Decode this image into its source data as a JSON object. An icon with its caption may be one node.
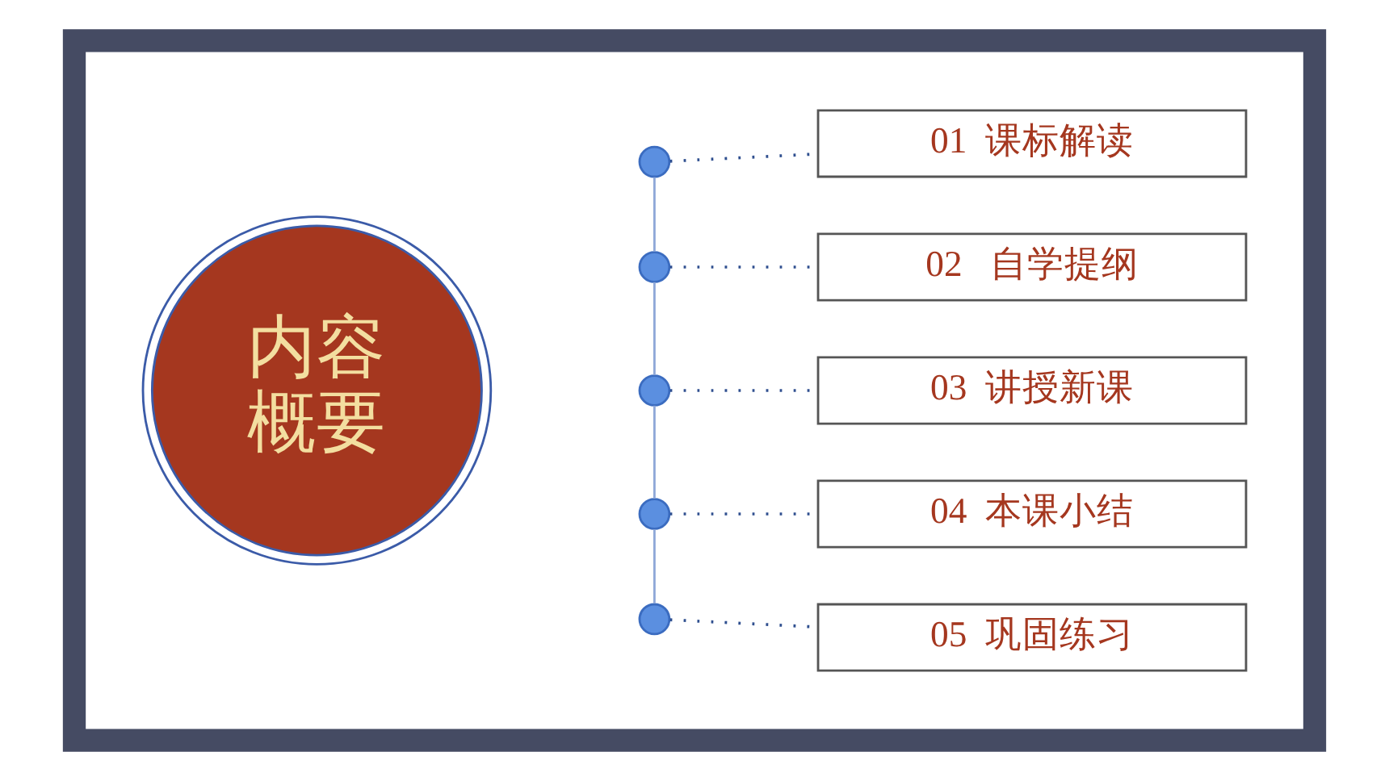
{
  "diagram": {
    "nodes": [
      {
        "text": [],
        "shape": "box"
      },
      {
        "text": [
          "内容概要"
        ],
        "in": 0
      },
      {
        "text": [],
        "shape": "circle",
        "in": 0
      },
      {
        "text": [],
        "shape": "circle",
        "in": 0
      },
      {
        "text": [],
        "shape": "circle",
        "in": 0
      },
      {
        "text": [],
        "shape": "circle",
        "in": 0
      },
      {
        "text": [],
        "shape": "circle",
        "in": 0
      },
      {
        "text": [
          "01  课标解读"
        ],
        "in": 0
      },
      {
        "text": [
          "02   自学提纲"
        ],
        "in": 0
      },
      {
        "text": [
          "03  讲授新课"
        ],
        "in": 0
      },
      {
        "text": [
          "04  本课小结"
        ],
        "in": 0
      },
      {
        "text": [
          "05  巩固练习"
        ],
        "in": 0
      }
    ],
    "edges": [
      {
        "from": 2,
        "to": 7,
        "arrow": "none",
        "style": "dashed"
      },
      {
        "from": 3,
        "to": 8,
        "arrow": "none",
        "style": "dashed"
      },
      {
        "from": 4,
        "to": 9,
        "arrow": "none",
        "style": "dashed"
      },
      {
        "from": 5,
        "to": 10,
        "arrow": "none",
        "style": "dashed"
      },
      {
        "from": 6,
        "to": 11,
        "arrow": "none",
        "style": "dashed"
      },
      {
        "from": 2,
        "to": 3,
        "arrow": "none",
        "color": "#8fa8d8"
      },
      {
        "from": 3,
        "to": 4,
        "arrow": "none",
        "color": "#8fa8d8"
      },
      {
        "from": 4,
        "to": 5,
        "arrow": "none",
        "color": "#8fa8d8"
      },
      {
        "from": 5,
        "to": 6,
        "arrow": "none",
        "color": "#8fa8d8"
      }
    ]
  }
}
